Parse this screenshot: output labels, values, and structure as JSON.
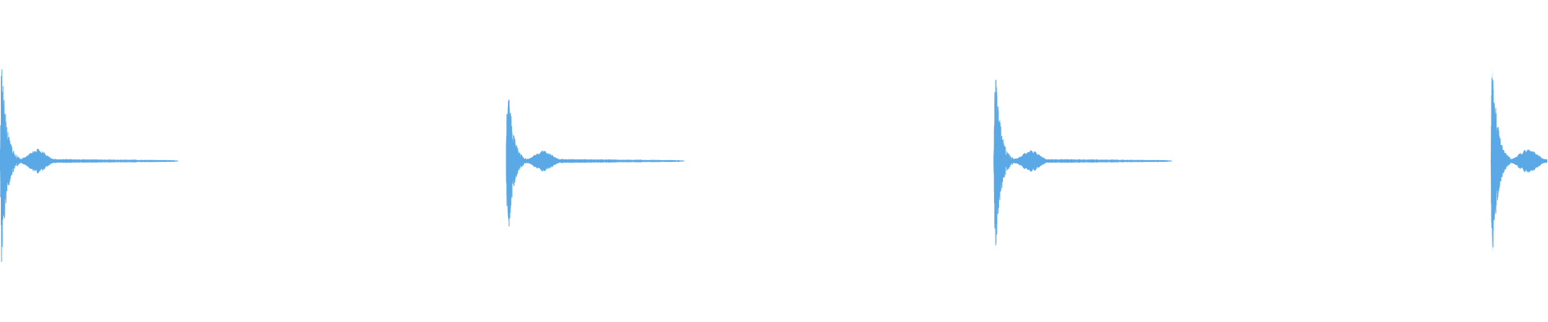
{
  "waveform": {
    "color": "#5aa9e6",
    "background": "#ffffff",
    "clip_count": 4,
    "clips": [
      {
        "onset": 0.0,
        "attack_peak": 0.52,
        "tail_bump": 0.07,
        "tail_extent": 0.115,
        "visible_fraction": 1.0
      },
      {
        "onset": 0.327,
        "attack_peak": 0.43,
        "tail_bump": 0.06,
        "tail_extent": 0.115,
        "visible_fraction": 1.0
      },
      {
        "onset": 0.642,
        "attack_peak": 0.49,
        "tail_bump": 0.06,
        "tail_extent": 0.115,
        "visible_fraction": 1.0
      },
      {
        "onset": 0.963,
        "attack_peak": 0.54,
        "tail_bump": 0.07,
        "tail_extent": 0.115,
        "visible_fraction": 0.32
      }
    ]
  }
}
